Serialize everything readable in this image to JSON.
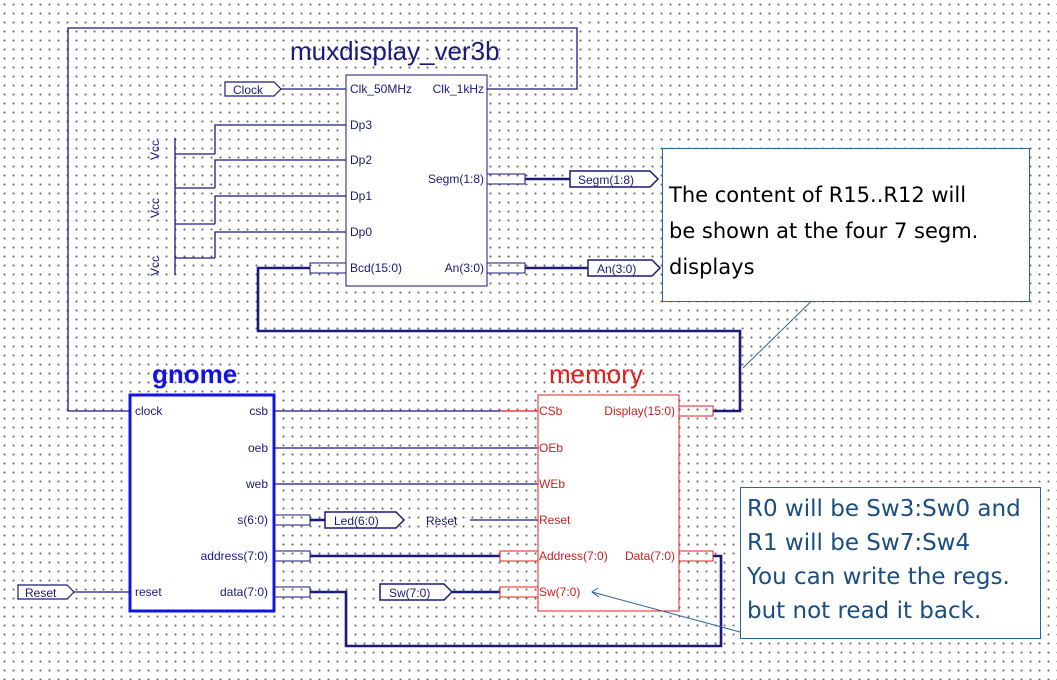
{
  "colors": {
    "wire": "#1a1a7a",
    "gnome": "#1414e0",
    "memory": "#e02020",
    "note_border": "#2a6496",
    "note_regs_text": "#1a4d80"
  },
  "mux": {
    "title": "muxdisplay_ver3b",
    "ports": {
      "clk_in": "Clk_50MHz",
      "clk_out": "Clk_1kHz",
      "dp3": "Dp3",
      "dp2": "Dp2",
      "dp1": "Dp1",
      "dp0": "Dp0",
      "segm": "Segm(1:8)",
      "bcd": "Bcd(15:0)",
      "an": "An(3:0)"
    }
  },
  "vcc_labels": [
    "Vcc",
    "Vcc",
    "Vcc"
  ],
  "gnome": {
    "title": "gnome",
    "ports": {
      "clock": "clock",
      "reset": "reset",
      "csb": "csb",
      "oeb": "oeb",
      "web": "web",
      "s": "s(6:0)",
      "address": "address(7:0)",
      "data": "data(7:0)"
    }
  },
  "memory": {
    "title": "memory",
    "ports": {
      "csb": "CSb",
      "oeb": "OEb",
      "web": "WEb",
      "reset": "Reset",
      "address": "Address(7:0)",
      "sw": "Sw(7:0)",
      "display": "Display(15:0)",
      "data": "Data(7:0)"
    }
  },
  "io": {
    "clock": "Clock",
    "segm_out": "Segm(1:8)",
    "an_out": "An(3:0)",
    "led_out": "Led(6:0)",
    "reset_label": "Reset",
    "reset_in": "Reset",
    "sw_in": "Sw(7:0)"
  },
  "notes": {
    "display": "The content of R15..R12 will\nbe shown at the four 7 segm.\ndisplays",
    "regs": "R0 will be Sw3:Sw0 and\nR1 will be Sw7:Sw4\nYou can write the regs.\nbut not read it back."
  }
}
